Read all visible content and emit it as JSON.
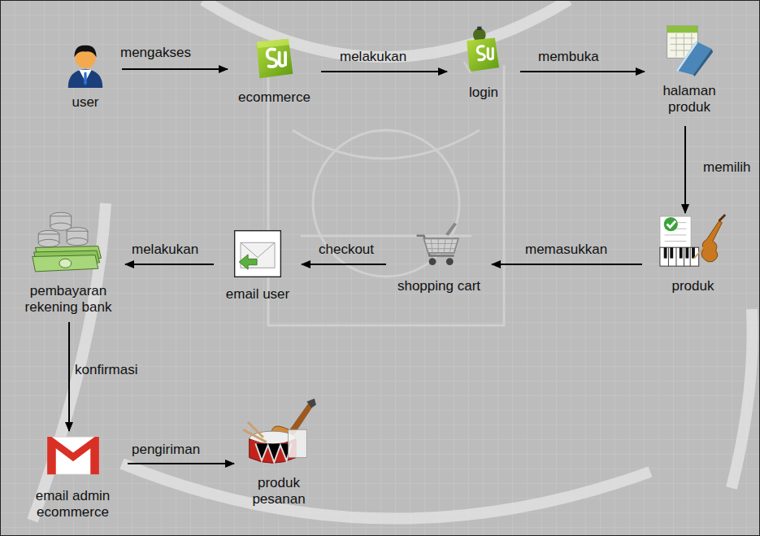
{
  "diagram": {
    "nodes": [
      {
        "text": [
          "user"
        ]
      },
      {
        "text": [
          "ecommerce"
        ]
      },
      {
        "text": [
          "login"
        ]
      },
      {
        "text": [
          "halaman produk"
        ]
      },
      {
        "text": [
          "produk"
        ]
      },
      {
        "text": [
          "shopping cart"
        ]
      },
      {
        "text": [
          "email user"
        ]
      },
      {
        "text": [
          "pembayaran rekening bank"
        ]
      },
      {
        "text": [
          "email admin ecommerce"
        ]
      },
      {
        "text": [
          "produk pesanan"
        ]
      }
    ],
    "edges": [
      {
        "from": 0,
        "to": 1,
        "arrow": "to",
        "label": "mengakses"
      },
      {
        "from": 1,
        "to": 2,
        "arrow": "to",
        "label": "melakukan"
      },
      {
        "from": 2,
        "to": 3,
        "arrow": "to",
        "label": "membuka"
      },
      {
        "from": 3,
        "to": 4,
        "arrow": "to",
        "label": "memilih"
      },
      {
        "from": 4,
        "to": 5,
        "arrow": "to",
        "label": "memasukkan"
      },
      {
        "from": 5,
        "to": 6,
        "arrow": "to",
        "label": "checkout"
      },
      {
        "from": 6,
        "to": 7,
        "arrow": "to",
        "label": "melakukan"
      },
      {
        "from": 7,
        "to": 8,
        "arrow": "to",
        "label": "konfirmasi"
      },
      {
        "from": 8,
        "to": 9,
        "arrow": "to",
        "label": "pengiriman"
      }
    ]
  }
}
